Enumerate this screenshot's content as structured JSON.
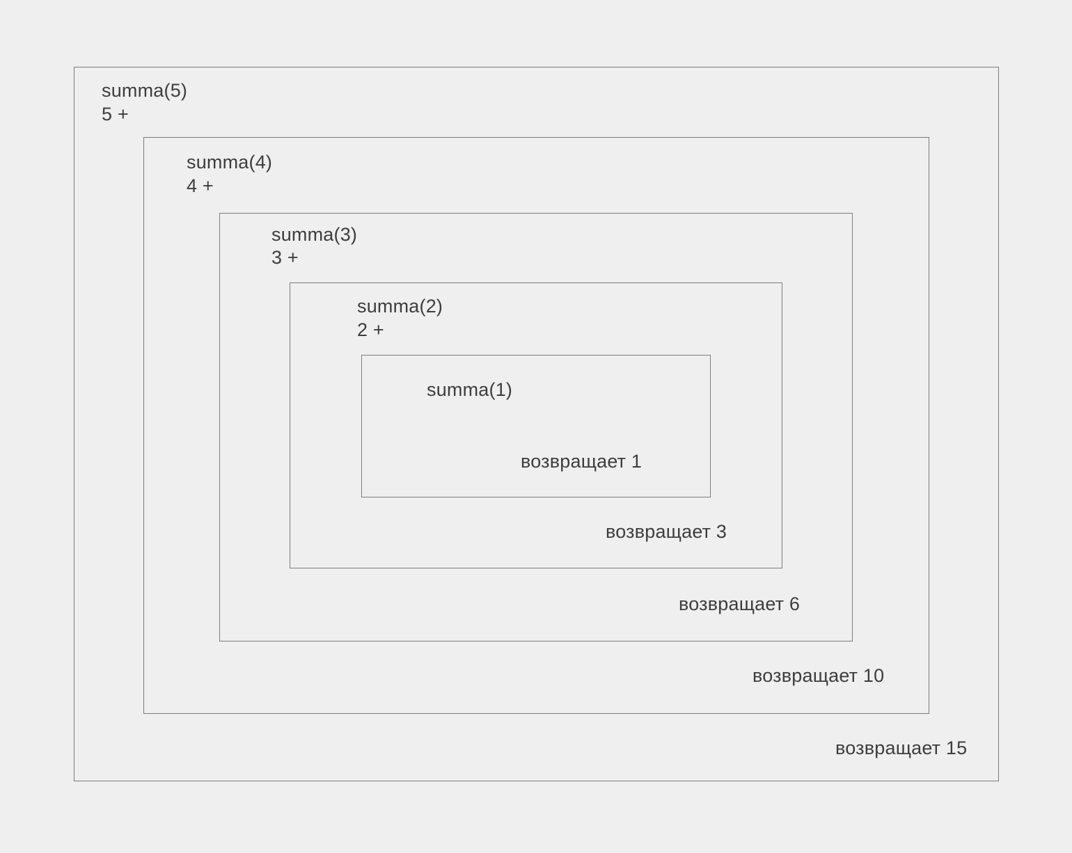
{
  "levels": [
    {
      "call": "summa(5)",
      "term": "5 +",
      "returns": "возвращает 15"
    },
    {
      "call": "summa(4)",
      "term": "4 +",
      "returns": "возвращает 10"
    },
    {
      "call": "summa(3)",
      "term": "3 +",
      "returns": "возвращает 6"
    },
    {
      "call": "summa(2)",
      "term": "2 +",
      "returns": "возвращает 3"
    },
    {
      "call": "summa(1)",
      "returns": "возвращает 1"
    }
  ]
}
